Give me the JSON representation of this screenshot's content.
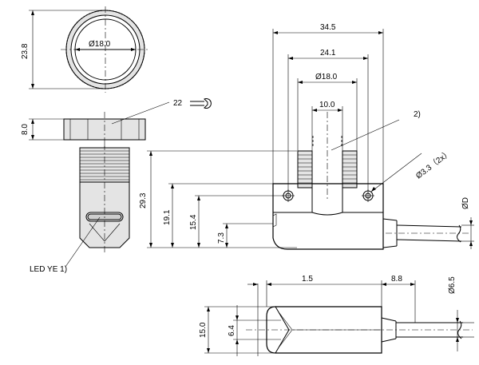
{
  "dimensions": {
    "nut_height": "23.8",
    "nut_inner_diameter": "Ø18.0",
    "nut_thickness": "8.0",
    "wrench_size": "22",
    "connector_height": "29.3",
    "body_height_19": "19.1",
    "body_height_15": "15.4",
    "body_height_7": "7.3",
    "total_width": "34.5",
    "hole_spacing": "24.1",
    "thread_diameter": "Ø18.0",
    "inner_width": "10.0",
    "mounting_hole": "Ø3.3（2x）",
    "cable_diameter_side": "ØD",
    "bottom_offset": "1.5",
    "cable_length_offset": "8.8",
    "cable_diameter": "Ø6.5",
    "bottom_height": "15.0",
    "bottom_inner_height": "6.4"
  },
  "labels": {
    "led": "LED YE 1)",
    "note_2": "2)"
  }
}
